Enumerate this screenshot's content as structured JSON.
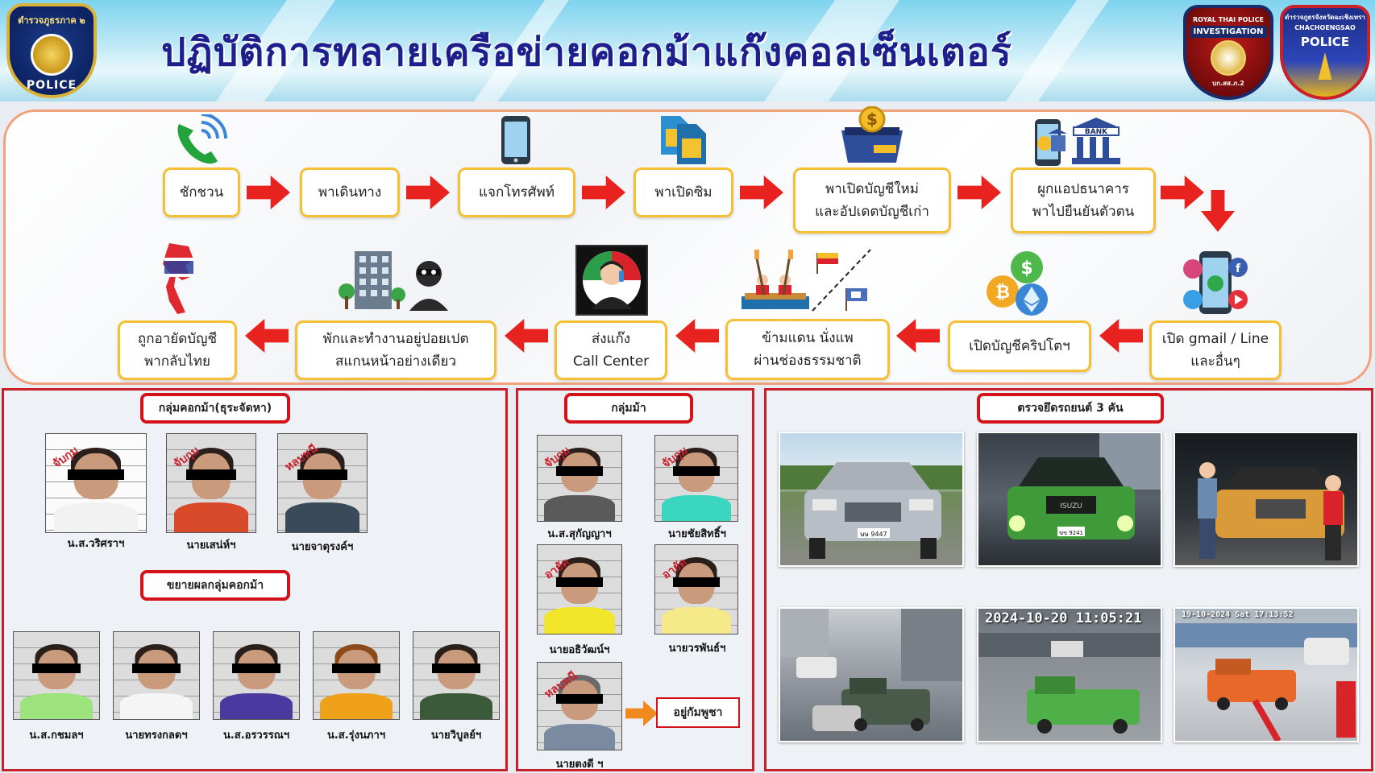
{
  "header": {
    "title": "ปฏิบัติการทลายเครือข่ายคอกม้าแก๊งคอลเซ็นเตอร์",
    "badge_left_top": "ตำรวจภูธรภาค ๒",
    "badge_left_bottom": "POLICE",
    "badge_inv_top": "ROYAL THAI POLICE",
    "badge_inv_band": "INVESTIGATION",
    "badge_inv_bottom": "บก.สส.ภ.2",
    "badge_pol_top": "ตำรวจภูธรจังหวัดฉะเชิงเทรา",
    "badge_pol_sub": "CHACHOENGSAO",
    "badge_pol_main": "POLICE"
  },
  "flow": {
    "top": [
      {
        "line1": "ชักชวน",
        "line2": ""
      },
      {
        "line1": "พาเดินทาง",
        "line2": ""
      },
      {
        "line1": "แจกโทรศัพท์",
        "line2": ""
      },
      {
        "line1": "พาเปิดซิม",
        "line2": ""
      },
      {
        "line1": "พาเปิดบัญชีใหม่",
        "line2": "และอัปเดตบัญชีเก่า"
      },
      {
        "line1": "ผูกแอปธนาคาร",
        "line2": "พาไปยืนยันตัวตน"
      }
    ],
    "bottom": [
      {
        "line1": "เปิด gmail / Line",
        "line2": "และอื่นๆ"
      },
      {
        "line1": "เปิดบัญชีคริปโตฯ",
        "line2": ""
      },
      {
        "line1": "ข้ามแดน นั่งแพ",
        "line2": "ผ่านช่องธรรมชาติ"
      },
      {
        "line1": "ส่งแก๊ง",
        "line2": "Call Center"
      },
      {
        "line1": "พักและทำงานอยู่ปอยเปต",
        "line2": "สแกนหน้าอย่างเดียว"
      },
      {
        "line1": "ถูกอายัดบัญชี",
        "line2": "พากลับไทย"
      }
    ],
    "bank_label": "BANK"
  },
  "panel_a": {
    "tag1": "กลุ่มคอกม้า(ธุระจัดหา)",
    "group1": [
      {
        "name": "น.ส.วริศราฯ",
        "stamp": "จับกุม"
      },
      {
        "name": "นายเสน่ห์ฯ",
        "stamp": "จับกุม"
      },
      {
        "name": "นายจาตุรงค์ฯ",
        "stamp": "หลบหนี"
      }
    ],
    "tag2": "ขยายผลกลุ่มคอกม้า",
    "group2": [
      {
        "name": "น.ส.กชมลฯ"
      },
      {
        "name": "นายทรงกลดฯ"
      },
      {
        "name": "น.ส.อรวรรณฯ"
      },
      {
        "name": "น.ส.รุ่งนภาฯ"
      },
      {
        "name": "นายวิบูลย์ฯ"
      }
    ]
  },
  "panel_b": {
    "tag": "กลุ่มม้า",
    "people": [
      {
        "name": "น.ส.สุกัญญาฯ",
        "stamp": "จับกุม"
      },
      {
        "name": "นายชัยสิทธิ์ฯ",
        "stamp": "จับกุม"
      },
      {
        "name": "นายอธิวัฒน์ฯ",
        "stamp": "อายัด"
      },
      {
        "name": "นายวรพันธ์ฯ",
        "stamp": "อายัด"
      },
      {
        "name": "นายตงดี ฯ",
        "stamp": "หลบหนี"
      }
    ],
    "cambodia": "อยู่กัมพูชา"
  },
  "panel_c": {
    "tag": "ตรวจยึดรถยนต์ 3 คัน",
    "timestamp": "2024-10-20 11:05:21",
    "timestamp2": "19-10-2024 Sat 17:13:52",
    "plate1": "ษษ 9447",
    "plate2": "ฆข 9241"
  },
  "colors": {
    "title": "#1c1f8c",
    "arrow": "#e8231f",
    "step_border": "#f5c034",
    "panel_border": "#c8202a"
  }
}
